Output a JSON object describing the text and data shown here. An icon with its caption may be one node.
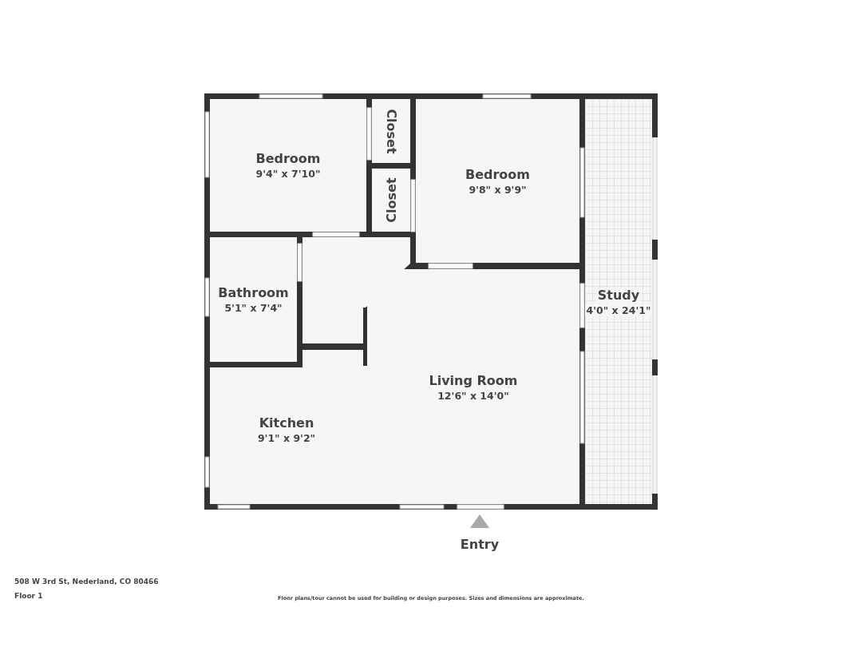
{
  "diagram": {
    "nodes": [
      {
        "text": [
          "Bedroom",
          "9'4\" x 7'10\""
        ]
      },
      {
        "text": [
          "Closet"
        ]
      },
      {
        "text": [
          "Closet"
        ]
      },
      {
        "text": [
          "Bedroom",
          "9'8\" x 9'9\""
        ]
      },
      {
        "text": [
          "Bathroom",
          "5'1\" x 7'4\""
        ]
      },
      {
        "text": [
          "Study",
          "4'0\" x 24'1\""
        ]
      },
      {
        "text": [
          "Living Room",
          "12'6\" x 14'0\""
        ]
      },
      {
        "text": [
          "Kitchen",
          "9'1\" x 9'2\""
        ]
      }
    ],
    "labels": [
      "Entry",
      "508 W 3rd St, Nederland, CO 80466",
      "Floor 1",
      "Floor plans/tour cannot be used for building or design purposes. Sizes and dimensions are approximate."
    ]
  }
}
